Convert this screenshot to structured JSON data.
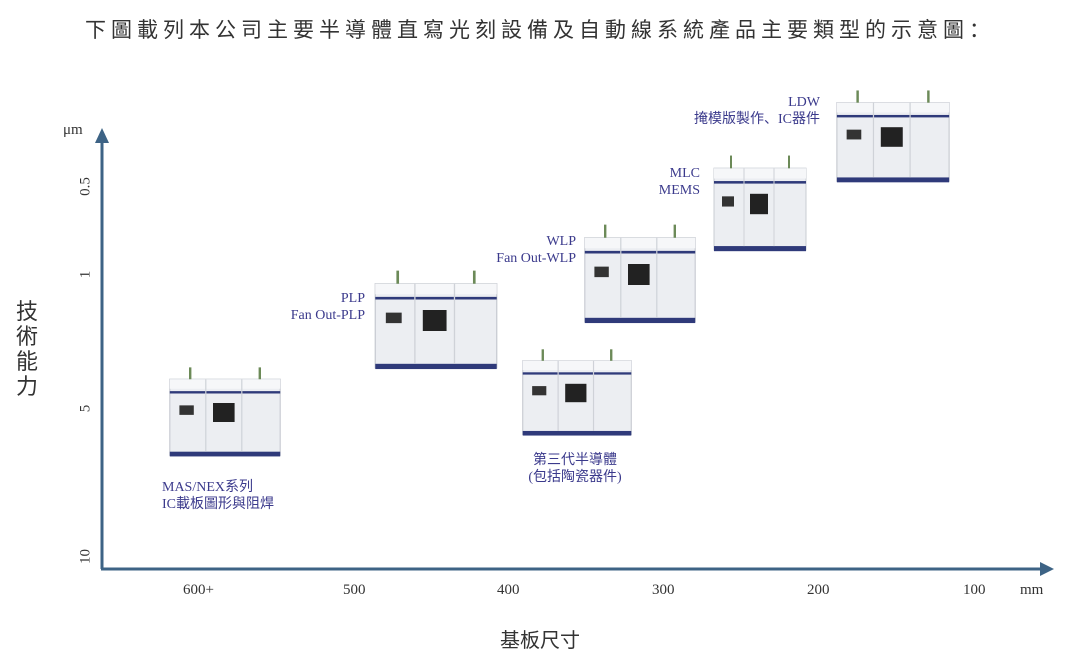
{
  "title": "下圖載列本公司主要半導體直寫光刻設備及自動線系統產品主要類型的示意圖：",
  "colors": {
    "axis": "#3d6385",
    "label": "#3b3a8c",
    "text": "#333333",
    "accent_band": "#2f3a7a"
  },
  "y_axis": {
    "label": "技術能力",
    "unit": "μm",
    "ticks": [
      "0.5",
      "1",
      "5",
      "10"
    ]
  },
  "x_axis": {
    "label": "基板尺寸",
    "unit": "mm",
    "ticks": [
      "600+",
      "500",
      "400",
      "300",
      "200",
      "100"
    ]
  },
  "products": [
    {
      "id": "mas-nex",
      "lines": [
        "MAS/NEX系列",
        "IC載板圖形與阻焊"
      ],
      "icon": "lithography-machine-icon"
    },
    {
      "id": "plp",
      "lines": [
        "PLP",
        "Fan Out-PLP"
      ],
      "icon": "lithography-machine-icon"
    },
    {
      "id": "third-gen",
      "lines": [
        "第三代半導體",
        "(包括陶瓷器件)"
      ],
      "icon": "lithography-machine-icon"
    },
    {
      "id": "wlp",
      "lines": [
        "WLP",
        "Fan Out-WLP"
      ],
      "icon": "lithography-machine-icon"
    },
    {
      "id": "mlc",
      "lines": [
        "MLC",
        "MEMS"
      ],
      "icon": "lithography-machine-icon"
    },
    {
      "id": "ldw",
      "lines": [
        "LDW",
        "掩模版製作、IC器件"
      ],
      "icon": "lithography-machine-icon"
    }
  ]
}
